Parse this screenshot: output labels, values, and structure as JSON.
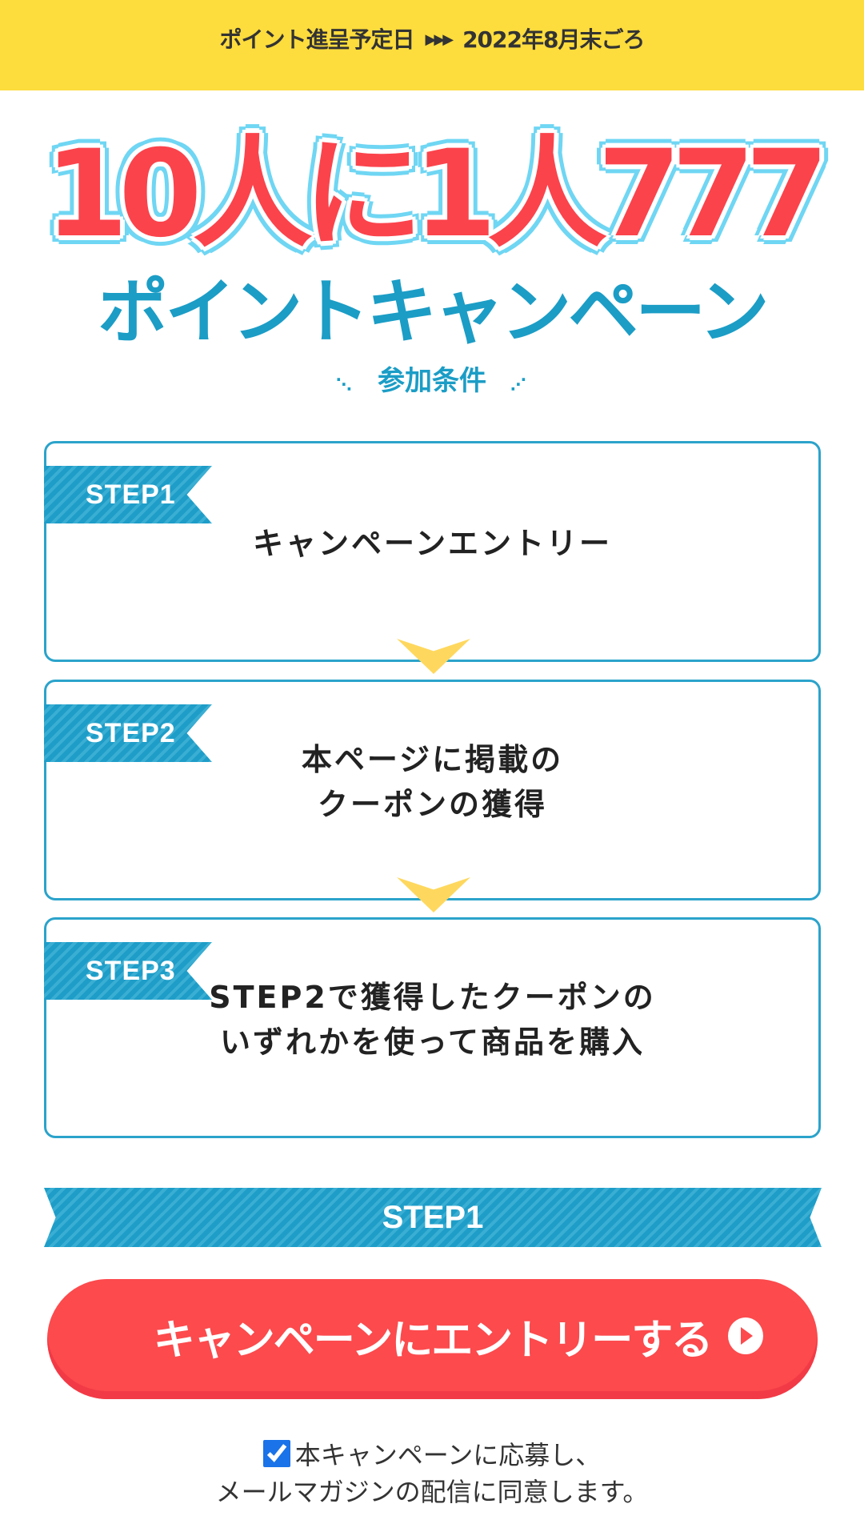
{
  "topbar": {
    "label": "ポイント進呈予定日",
    "arrows": "▶▶▶",
    "date": "2022年8月末ごろ"
  },
  "hero": {
    "title_line1": "10人に1人777",
    "title_line2": "ポイントキャンペーン",
    "subtitle": "参加条件"
  },
  "steps": [
    {
      "tag": "STEP1",
      "lines": [
        "キャンペーンエントリー"
      ]
    },
    {
      "tag": "STEP2",
      "lines": [
        "本ページに掲載の",
        "クーポンの獲得"
      ]
    },
    {
      "tag": "STEP3",
      "lines": [
        "STEP2で獲得したクーポンの",
        "いずれかを使って商品を購入"
      ]
    }
  ],
  "section": {
    "ribbon": "STEP1"
  },
  "entry_button": {
    "label": "キャンペーンにエントリーする"
  },
  "consent": {
    "checked": true,
    "line1": "本キャンペーンに応募し、",
    "line2": "メールマガジンの配信に同意します。"
  },
  "colors": {
    "yellow": "#fddc3d",
    "blue": "#1e9dc8",
    "red": "#fc4a4d"
  }
}
